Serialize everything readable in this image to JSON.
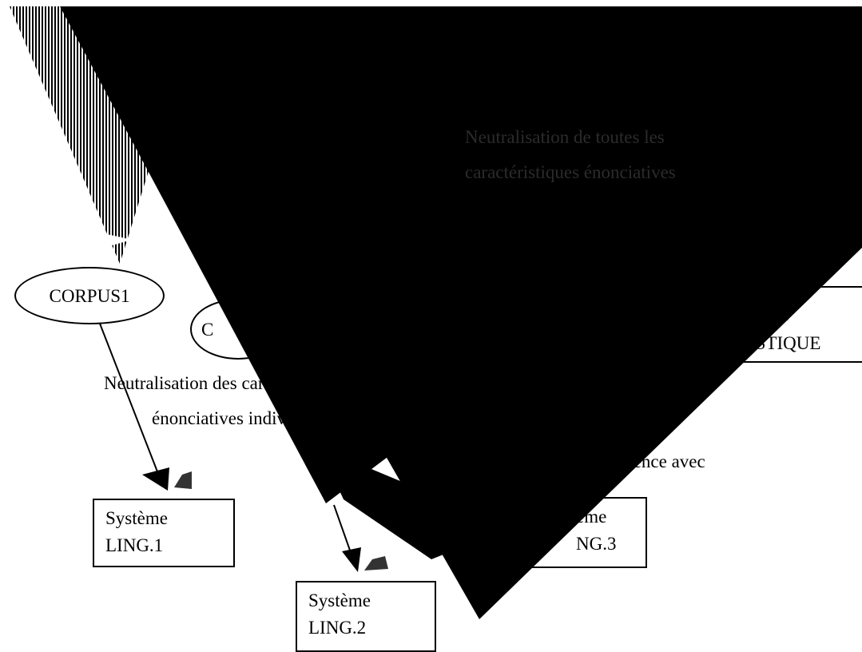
{
  "nodes": {
    "corpus1": "CORPUS1",
    "corpus2_fragment": "C",
    "syst1": [
      "Système",
      "LING.1"
    ],
    "syst2": [
      "Système",
      "LING.2"
    ],
    "syst3": [
      "ème",
      "NG.3"
    ],
    "sys_partial": [
      "IE",
      "ISTIQUE"
    ]
  },
  "labels": {
    "neutral_all": [
      "Neutralisation de toutes les",
      "caractéristiques énonciatives"
    ],
    "neutral_indiv": [
      "Neutralisation des caractéristiques",
      "énonciatives individuelles"
    ],
    "reference": "En référence avec"
  },
  "colors": {
    "shape_fill": "#000000",
    "stripe_fill": "#000000",
    "background": "#ffffff"
  }
}
